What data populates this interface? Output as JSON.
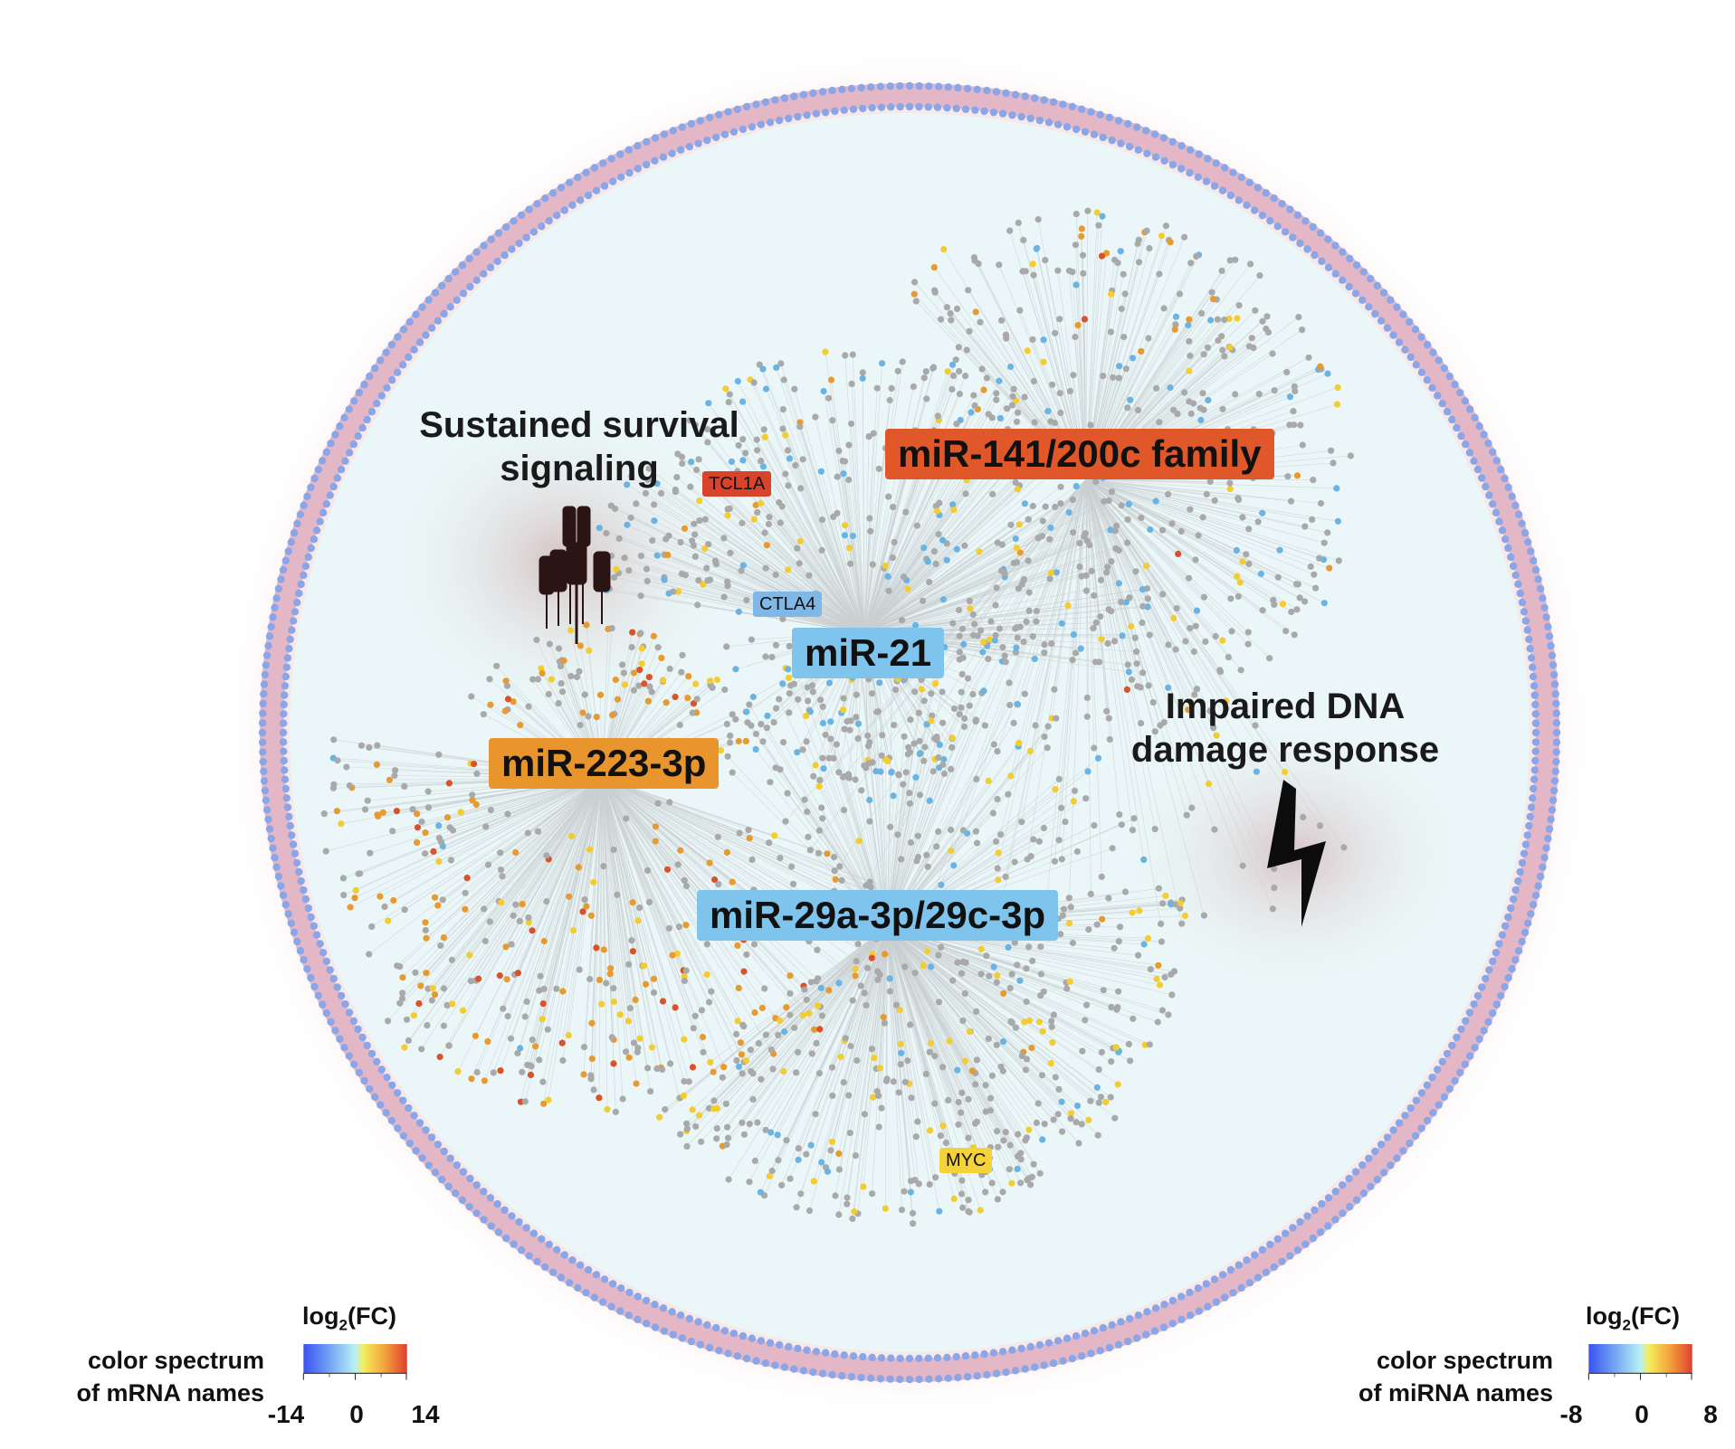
{
  "annotations": {
    "survival_line1": "Sustained survival",
    "survival_line2": "signaling",
    "dna_line1": "Impaired DNA",
    "dna_line2": "damage response"
  },
  "mirna_nodes": [
    {
      "label": "miR-141/200c family",
      "color": "#e0572a"
    },
    {
      "label": "miR-21",
      "color": "#7ec4ec"
    },
    {
      "label": "miR-223-3p",
      "color": "#e8952e"
    },
    {
      "label": "miR-29a-3p/29c-3p",
      "color": "#7ec4ec"
    }
  ],
  "gene_labels": [
    {
      "label": "TCL1A",
      "color": "#d9432b"
    },
    {
      "label": "CTLA4",
      "color": "#7fb8e6"
    },
    {
      "label": "MYC",
      "color": "#f5d13a"
    }
  ],
  "legend_mrna": {
    "header": "log",
    "header_sub": "2",
    "header_tail": "(FC)",
    "line1": "color spectrum",
    "line2": "of mRNA names",
    "ticks": [
      "-14",
      "0",
      "14"
    ]
  },
  "legend_mirna": {
    "header": "log",
    "header_sub": "2",
    "header_tail": "(FC)",
    "line1": "color spectrum",
    "line2": "of miRNA names",
    "ticks": [
      "-8",
      "0",
      "8"
    ]
  },
  "colors": {
    "cell_fill": "#eaf6f7",
    "membrane_outer": "#8aa6e8",
    "membrane_inner": "#e3b7c5",
    "edge": "#c9cfd2",
    "gene_gray": "#a9a9a9",
    "gene_blue": "#6ab4e4",
    "gene_yellow": "#f3cd2f",
    "gene_orange": "#e79a2d",
    "gene_red": "#d9532a"
  }
}
